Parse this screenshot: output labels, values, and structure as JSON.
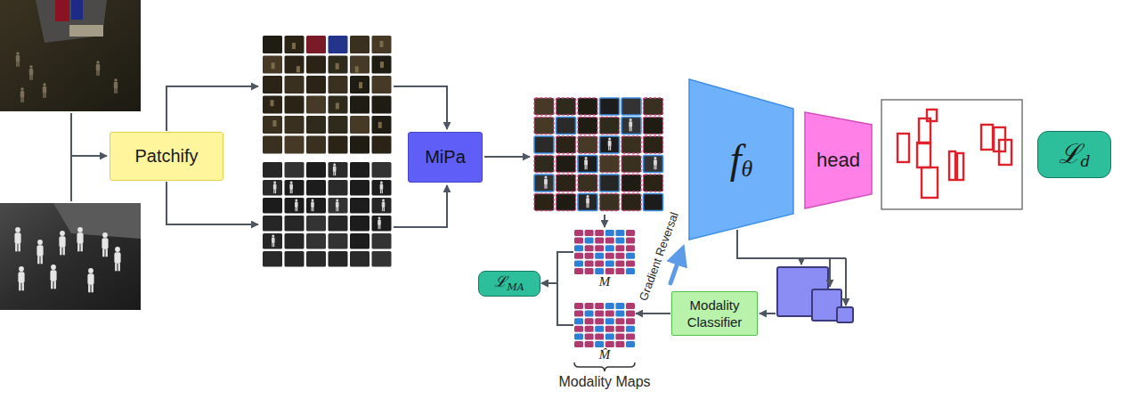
{
  "diagram": {
    "nodes": [
      {
        "text": [
          "Patchify"
        ]
      },
      {
        "text": [
          "MiPa"
        ]
      },
      {
        "text": [
          "f",
          "θ"
        ]
      },
      {
        "text": [
          "head"
        ]
      },
      {
        "text": [
          "ℒ",
          "d"
        ]
      },
      {
        "text": [
          "M"
        ]
      },
      {
        "text": [
          "ℒ",
          "MA"
        ]
      },
      {
        "text": [
          "Modality Classifier"
        ]
      },
      {
        "text": [
          "M̂"
        ]
      }
    ],
    "edges": [
      {
        "from": 5,
        "to": 6,
        "arrow": "to"
      },
      {
        "from": 8,
        "to": 6,
        "arrow": "to"
      },
      {
        "from": 7,
        "to": 8,
        "arrow": "to"
      }
    ],
    "labels": [
      "Gradient Reversal",
      "Modality Maps"
    ]
  }
}
